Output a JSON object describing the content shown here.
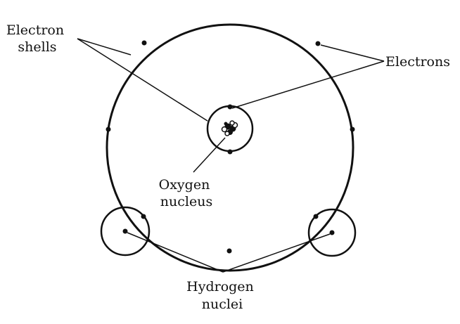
{
  "labels": {
    "electron_shells": [
      "Electron",
      "shells"
    ],
    "electrons": "Electrons",
    "oxygen_nucleus": [
      "Oxygen",
      "nucleus"
    ],
    "hydrogen_nuclei": [
      "Hydrogen",
      "nuclei"
    ]
  },
  "colors": {
    "ink": "#111111",
    "background": "#ffffff"
  }
}
